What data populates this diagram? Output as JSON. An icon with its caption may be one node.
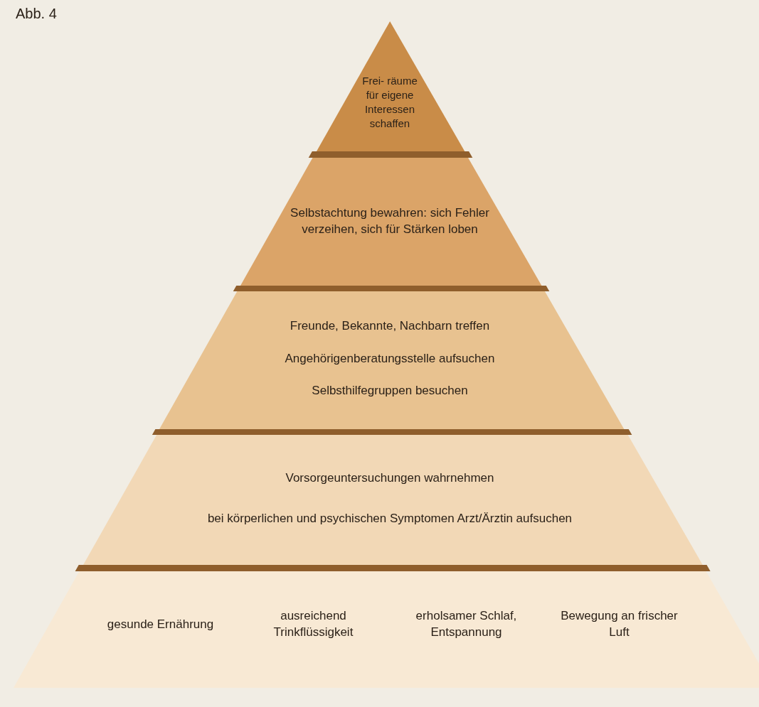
{
  "diagram": {
    "nodes": [
      {
        "text": [
          "Frei- räume für eigene Interessen schaffen"
        ]
      },
      {
        "text": [
          "Selbstachtung bewahren: sich Fehler verzeihen, sich für Stärken loben"
        ]
      },
      {
        "text": [
          "Freunde, Bekannte, Nachbarn treffen",
          "Angehörigenberatungsstelle aufsuchen",
          "Selbsthilfegruppen besuchen"
        ]
      },
      {
        "text": [
          "Vorsorgeuntersuchungen wahrnehmen",
          "bei körperlichen und psychischen Symptomen Arzt/Ärztin aufsuchen"
        ]
      },
      {
        "text": [
          "gesunde Ernährung",
          "ausreichend Trinkflüssigkeit",
          "erholsamer Schlaf, Entspannung",
          "Bewegung an frischer Luft"
        ]
      }
    ],
    "labels": [
      "Abb. 4"
    ]
  }
}
